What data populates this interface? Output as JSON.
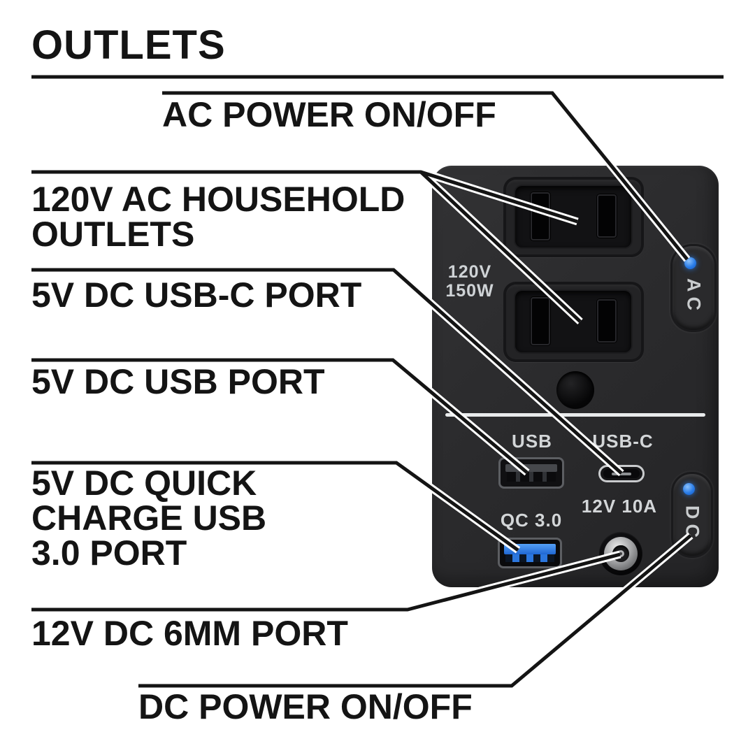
{
  "title": "OUTLETS",
  "callout_labels": {
    "ac_power": "AC POWER ON/OFF",
    "household_line1": "120V AC HOUSEHOLD",
    "household_line2": "OUTLETS",
    "usbc": "5V DC USB-C PORT",
    "usb": "5V DC USB PORT",
    "qc_line1": "5V DC QUICK",
    "qc_line2": "CHARGE USB",
    "qc_line3": "3.0 PORT",
    "dc6mm": "12V DC 6MM PORT",
    "dc_power": "DC POWER ON/OFF"
  },
  "panel": {
    "rating_line1": "120V",
    "rating_line2": "150W",
    "ac_button_label": "AC",
    "dc_button_label": "DC",
    "usb_port_label": "USB",
    "usbc_port_label": "USB-C",
    "qc_port_label": "QC 3.0",
    "dc_output_label": "12V 10A"
  },
  "colors": {
    "led_blue": "#2a7de8",
    "qc_port_blue": "#2b76dd",
    "panel_body": "#2b2b2d",
    "panel_text": "#d3d6d8",
    "callout_line": "#141414",
    "divider_white": "#e9ebec"
  }
}
